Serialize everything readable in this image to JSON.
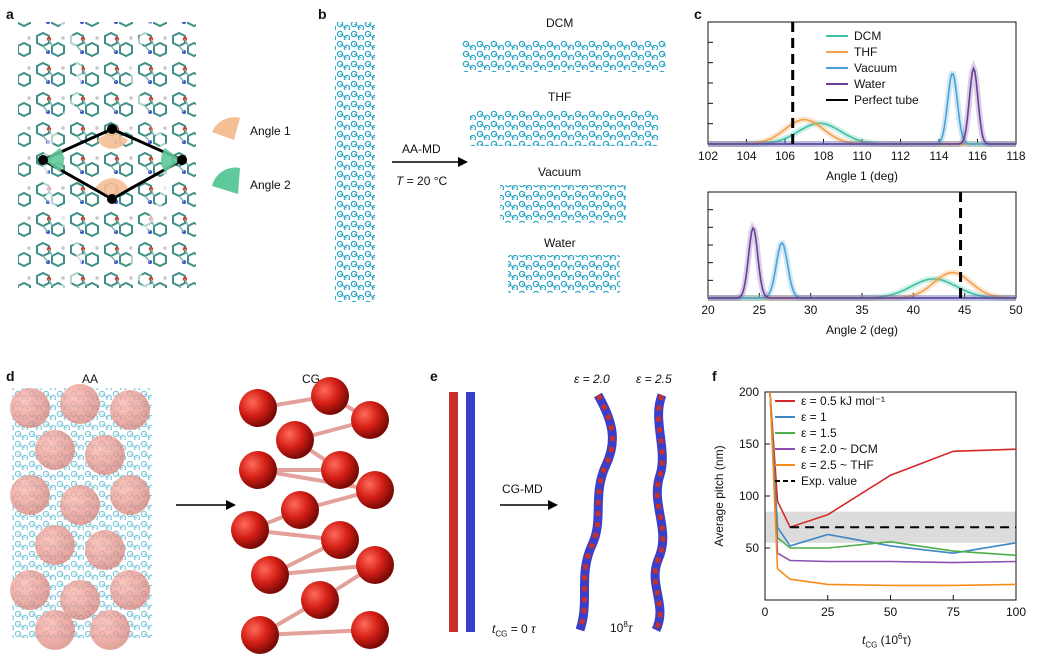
{
  "panels": {
    "a": {
      "label": "a",
      "legend": [
        {
          "label": "Angle 1",
          "color": "#f5bf96"
        },
        {
          "label": "Angle 2",
          "color": "#5fc99a"
        }
      ]
    },
    "b": {
      "label": "b",
      "arrow_label": "AA-MD",
      "condition_var": "T",
      "condition_rest": " = 20 °C",
      "solvents": [
        "DCM",
        "THF",
        "Vacuum",
        "Water"
      ]
    },
    "c": {
      "label": "c"
    },
    "d": {
      "label": "d",
      "left_title": "AA",
      "right_title": "CG"
    },
    "e": {
      "label": "e",
      "arrow_label": "CG-MD",
      "eps_left": "ε = 2.0",
      "eps_right": "ε = 2.5",
      "t0_label": "= 0",
      "tau": "τ",
      "tend_label": "10",
      "tend_exp": "8"
    },
    "f": {
      "label": "f"
    }
  },
  "chart_data": [
    {
      "id": "c-top",
      "type": "line",
      "xlabel": "Angle 1 (deg)",
      "xlim": [
        102,
        118
      ],
      "xticks": [
        102,
        104,
        106,
        108,
        110,
        112,
        114,
        116,
        118
      ],
      "series": [
        {
          "name": "DCM",
          "color": "#3cc2a3",
          "peaks": [
            {
              "center": 107.8,
              "width": 1.1,
              "height": 0.17
            }
          ]
        },
        {
          "name": "THF",
          "color": "#f5a04a",
          "peaks": [
            {
              "center": 107.0,
              "width": 1.0,
              "height": 0.2
            }
          ]
        },
        {
          "name": "Vacuum",
          "color": "#4aa3d6",
          "peaks": [
            {
              "center": 114.7,
              "width": 0.25,
              "height": 0.58
            }
          ]
        },
        {
          "name": "Water",
          "color": "#6a3f9a",
          "peaks": [
            {
              "center": 115.8,
              "width": 0.22,
              "height": 0.62
            }
          ]
        },
        {
          "name": "Perfect tube",
          "color": "#000000",
          "vline": 106.4
        }
      ]
    },
    {
      "id": "c-bottom",
      "type": "line",
      "xlabel": "Angle 2 (deg)",
      "xlim": [
        20,
        50
      ],
      "xticks": [
        20,
        25,
        30,
        35,
        40,
        45,
        50
      ],
      "series": [
        {
          "name": "DCM",
          "color": "#3cc2a3",
          "peaks": [
            {
              "center": 42.0,
              "width": 2.2,
              "height": 0.18
            }
          ]
        },
        {
          "name": "THF",
          "color": "#f5a04a",
          "peaks": [
            {
              "center": 43.8,
              "width": 1.8,
              "height": 0.24
            }
          ]
        },
        {
          "name": "Vacuum",
          "color": "#4aa3d6",
          "peaks": [
            {
              "center": 27.2,
              "width": 0.55,
              "height": 0.52
            }
          ]
        },
        {
          "name": "Water",
          "color": "#6a3f9a",
          "peaks": [
            {
              "center": 24.4,
              "width": 0.45,
              "height": 0.66
            }
          ]
        },
        {
          "name": "Perfect tube",
          "color": "#000000",
          "vline": 44.6
        }
      ]
    },
    {
      "id": "f",
      "type": "line",
      "xlabel_var": "t",
      "xlabel_sub": "CG",
      "xlabel_rest": " (10",
      "xlabel_exp": "6",
      "xlabel_end": "τ)",
      "ylabel": "Average pitch (nm)",
      "xlim": [
        0,
        100
      ],
      "ylim": [
        0,
        200
      ],
      "xticks": [
        0,
        25,
        50,
        75,
        100
      ],
      "yticks": [
        50,
        100,
        150,
        200
      ],
      "band": [
        55,
        85
      ],
      "series": [
        {
          "name": "ε = 0.5 kJ mol⁻¹",
          "color": "#d62728",
          "x": [
            2,
            5,
            10,
            25,
            50,
            75,
            100
          ],
          "y": [
            200,
            95,
            70,
            82,
            120,
            143,
            145
          ]
        },
        {
          "name": "ε = 1",
          "color": "#3f86c6",
          "x": [
            2,
            5,
            10,
            25,
            50,
            75,
            100
          ],
          "y": [
            200,
            70,
            52,
            63,
            52,
            45,
            55
          ]
        },
        {
          "name": "ε = 1.5",
          "color": "#4fae4b",
          "x": [
            2,
            5,
            10,
            25,
            50,
            75,
            100
          ],
          "y": [
            200,
            60,
            50,
            50,
            56,
            47,
            43
          ]
        },
        {
          "name": "ε = 2.0 ~ DCM",
          "color": "#8a4fb0",
          "x": [
            2,
            5,
            10,
            25,
            50,
            75,
            100
          ],
          "y": [
            200,
            45,
            38,
            37,
            37,
            36,
            37
          ]
        },
        {
          "name": "ε = 2.5 ~ THF",
          "color": "#f58d1e",
          "x": [
            2,
            5,
            10,
            25,
            50,
            75,
            100
          ],
          "y": [
            200,
            30,
            20,
            15,
            14,
            14,
            15
          ]
        },
        {
          "name": "Exp. value",
          "color": "#000000",
          "dashed": true,
          "x": [
            10,
            100
          ],
          "y": [
            70,
            70
          ]
        }
      ]
    }
  ]
}
